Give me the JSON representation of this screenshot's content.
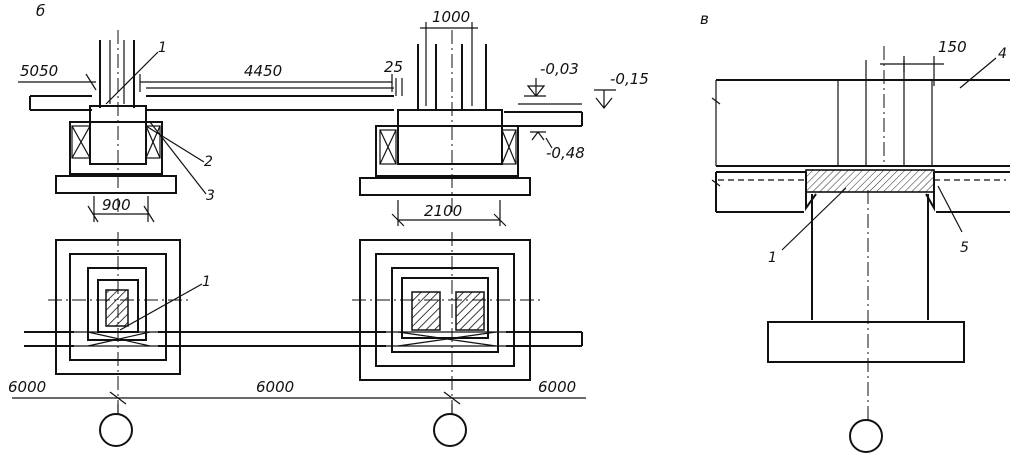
{
  "panel_labels": {
    "left": "б",
    "right": "в"
  },
  "dimensions": {
    "d5050": "5050",
    "d4450": "4450",
    "d25": "25",
    "d1000": "1000",
    "d900": "900",
    "d2100": "2100",
    "d6000_left": "6000",
    "d6000_mid": "6000",
    "d6000_right": "6000",
    "d150": "150"
  },
  "elevations": {
    "e003": "-0,03",
    "e015": "-0,15",
    "e048": "-0,48"
  },
  "callouts": {
    "c1_top": "1",
    "c2": "2",
    "c3": "3",
    "c1_plan": "1",
    "c4": "4",
    "c1_right": "1",
    "c5": "5"
  }
}
